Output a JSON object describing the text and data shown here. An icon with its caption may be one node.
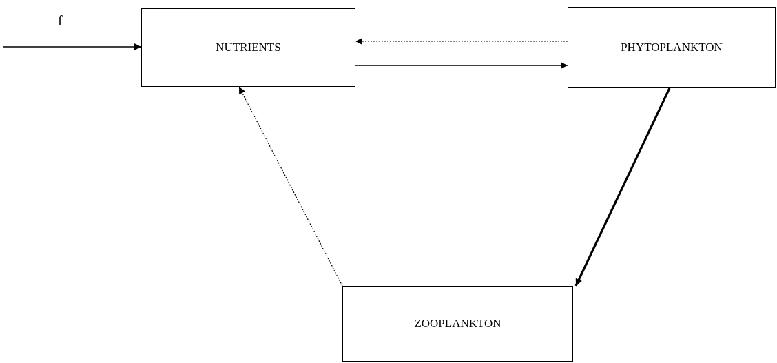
{
  "diagram": {
    "nodes": [
      {
        "text": [
          "NUTRIENTS"
        ]
      },
      {
        "text": [
          "PHYTOPLANKTON"
        ]
      },
      {
        "text": [
          "ZOOPLANKTON"
        ]
      }
    ],
    "edges": [
      {
        "from": null,
        "to": 0,
        "arrow": "to",
        "label": "f"
      },
      {
        "from": 1,
        "to": 0,
        "arrow": "to",
        "style": "dashed"
      },
      {
        "from": 0,
        "to": 1,
        "arrow": "to"
      },
      {
        "from": 1,
        "to": 2,
        "arrow": "to",
        "style": "thick"
      },
      {
        "from": 2,
        "to": 0,
        "arrow": "to",
        "style": "dashed"
      }
    ]
  }
}
